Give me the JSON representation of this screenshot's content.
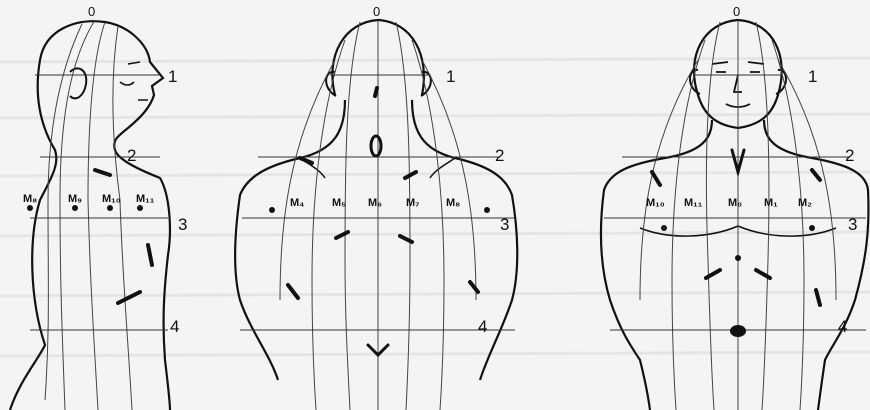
{
  "figures": [
    {
      "view": "side",
      "top_label": "0",
      "levels": [
        "1",
        "2",
        "3",
        "4"
      ],
      "markers": [
        "M₈",
        "M₉",
        "M₁₀",
        "M₁₁"
      ]
    },
    {
      "view": "back",
      "top_label": "0",
      "levels": [
        "1",
        "2",
        "3",
        "4"
      ],
      "markers": [
        "M₄",
        "M₅",
        "M₆",
        "M₇",
        "M₈"
      ]
    },
    {
      "view": "front",
      "top_label": "0",
      "levels": [
        "1",
        "2",
        "3",
        "4"
      ],
      "markers": [
        "M₁₀",
        "M₁₁",
        "M₀",
        "M₁",
        "M₂"
      ]
    }
  ]
}
